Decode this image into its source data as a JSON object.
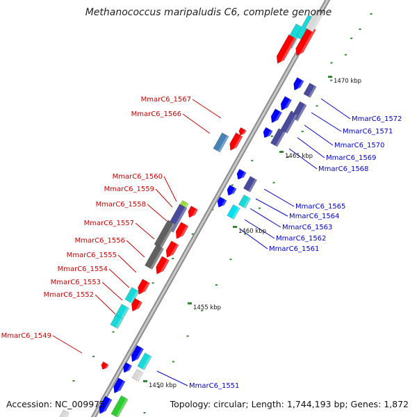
{
  "title": "Methanococcus maripaludis C6, complete genome",
  "accession": "Accession: NC_009975",
  "topology": "Topology: circular; Length: 1,744,193 bp; Genes: 1,872",
  "colors": {
    "reverse_gene_label": "#cc0000",
    "forward_gene_label": "#0000cc",
    "red_gene": "#ff0000",
    "blue_gene": "#0000ff",
    "cyan_gene": "#18d8d8",
    "gray_gene": "#606060",
    "slate_gene": "#4a4a9a",
    "steel_gene": "#4682b4",
    "backbone": "#9a9a9a",
    "tick": "#2e8b2e"
  },
  "scale_labels": [
    "1470 kbp",
    "1465 kbp",
    "1460 kbp",
    "1455 kbp",
    "1450 kbp"
  ],
  "genes_left": [
    "MmarC6_1567",
    "MmarC6_1566",
    "MmarC6_1560",
    "MmarC6_1559",
    "MmarC6_1558",
    "MmarC6_1557",
    "MmarC6_1556",
    "MmarC6_1555",
    "MmarC6_1554",
    "MmarC6_1553",
    "MmarC6_1552",
    "MmarC6_1549"
  ],
  "genes_right": [
    "MmarC6_1572",
    "MmarC6_1571",
    "MmarC6_1570",
    "MmarC6_1569",
    "MmarC6_1568",
    "MmarC6_1565",
    "MmarC6_1564",
    "MmarC6_1563",
    "MmarC6_1562",
    "MmarC6_1561",
    "MmarC6_1551"
  ]
}
